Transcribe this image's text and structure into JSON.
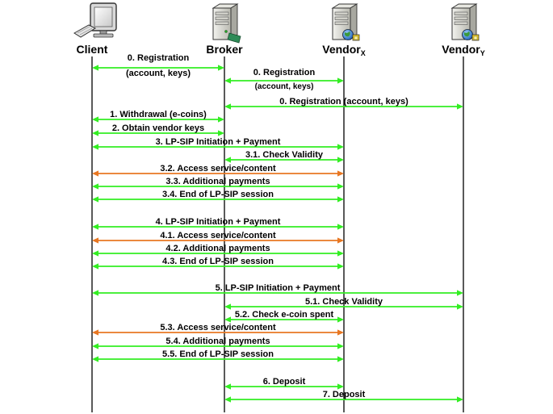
{
  "actors": [
    {
      "id": "client",
      "label": "Client",
      "sub": "",
      "icon": "desktop-computer-icon"
    },
    {
      "id": "broker",
      "label": "Broker",
      "sub": "",
      "icon": "server-icon"
    },
    {
      "id": "vx",
      "label": "Vendor",
      "sub": "X",
      "icon": "server-globe-icon"
    },
    {
      "id": "vy",
      "label": "Vendor",
      "sub": "Y",
      "icon": "server-globe-icon"
    }
  ],
  "colors": {
    "green": "#33ee22",
    "orange": "#e87722",
    "lifeline": "#000000"
  },
  "messages": [
    {
      "from": "client",
      "to": "broker",
      "label": "0. Registration",
      "label2": "(account, keys)",
      "color": "green"
    },
    {
      "from": "broker",
      "to": "vx",
      "label": "0. Registration",
      "label2": "(account, keys)",
      "color": "green"
    },
    {
      "from": "broker",
      "to": "vy",
      "label": "0. Registration (account, keys)",
      "label2": "",
      "color": "green"
    },
    {
      "from": "client",
      "to": "broker",
      "label": "1. Withdrawal (e-coins)",
      "label2": "",
      "color": "green"
    },
    {
      "from": "client",
      "to": "broker",
      "label": "2. Obtain vendor keys",
      "label2": "",
      "color": "green"
    },
    {
      "from": "client",
      "to": "vx",
      "label": "3. LP-SIP Initiation + Payment",
      "label2": "",
      "color": "green"
    },
    {
      "from": "broker",
      "to": "vx",
      "label": "3.1. Check Validity",
      "label2": "",
      "color": "green"
    },
    {
      "from": "client",
      "to": "vx",
      "label": "3.2. Access service/content",
      "label2": "",
      "color": "orange"
    },
    {
      "from": "client",
      "to": "vx",
      "label": "3.3. Additional payments",
      "label2": "",
      "color": "green"
    },
    {
      "from": "client",
      "to": "vx",
      "label": "3.4. End of LP-SIP session",
      "label2": "",
      "color": "green"
    },
    {
      "from": "client",
      "to": "vx",
      "label": "4. LP-SIP Initiation + Payment",
      "label2": "",
      "color": "green"
    },
    {
      "from": "client",
      "to": "vx",
      "label": "4.1. Access service/content",
      "label2": "",
      "color": "orange"
    },
    {
      "from": "client",
      "to": "vx",
      "label": "4.2. Additional payments",
      "label2": "",
      "color": "green"
    },
    {
      "from": "client",
      "to": "vx",
      "label": "4.3. End of LP-SIP session",
      "label2": "",
      "color": "green"
    },
    {
      "from": "client",
      "to": "vy",
      "label": "5. LP-SIP Initiation + Payment",
      "label2": "",
      "color": "green"
    },
    {
      "from": "broker",
      "to": "vy",
      "label": "5.1. Check Validity",
      "label2": "",
      "color": "green"
    },
    {
      "from": "broker",
      "to": "vx",
      "label": "5.2. Check e-coin spent",
      "label2": "",
      "color": "green"
    },
    {
      "from": "client",
      "to": "vx",
      "label": "5.3. Access service/content",
      "label2": "",
      "color": "orange"
    },
    {
      "from": "client",
      "to": "vx",
      "label": "5.4. Additional payments",
      "label2": "",
      "color": "green"
    },
    {
      "from": "client",
      "to": "vx",
      "label": "5.5. End of LP-SIP session",
      "label2": "",
      "color": "green"
    },
    {
      "from": "broker",
      "to": "vx",
      "label": "6. Deposit",
      "label2": "",
      "color": "green"
    },
    {
      "from": "broker",
      "to": "vy",
      "label": "7. Deposit",
      "label2": "",
      "color": "green"
    }
  ]
}
